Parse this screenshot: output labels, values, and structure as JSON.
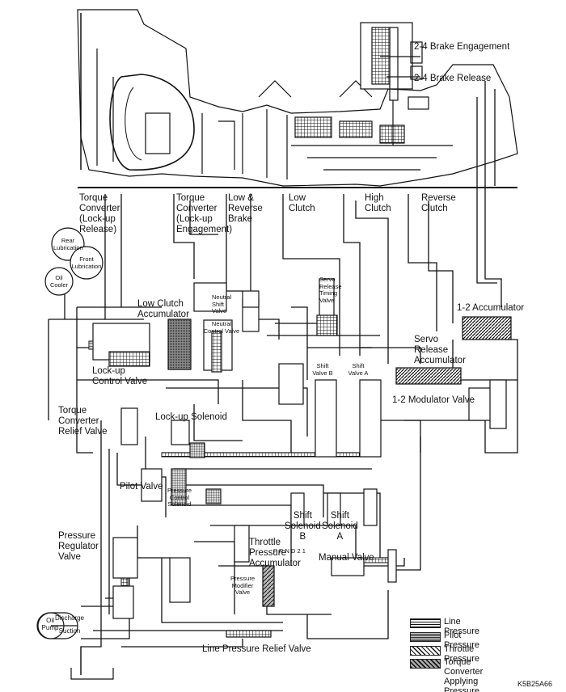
{
  "labels": {
    "brake_engagement": "2-4 Brake Engagement",
    "brake_release": "2-4 Brake Release",
    "tc_lockup_release": [
      "Torque",
      "Converter",
      "(Lock-up",
      "Release)"
    ],
    "tc_lockup_engagement": [
      "Torque",
      "Converter",
      "(Lock-up",
      "Engagement)"
    ],
    "low_reverse_brake": [
      "Low &",
      "Reverse",
      "Brake"
    ],
    "low_clutch": [
      "Low",
      "Clutch"
    ],
    "high_clutch": [
      "High",
      "Clutch"
    ],
    "reverse_clutch": [
      "Reverse",
      "Clutch"
    ],
    "rear_lubrication": [
      "Rear",
      "Lubrication"
    ],
    "front_lubrication": [
      "Front",
      "Lubrication"
    ],
    "oil_cooler": [
      "Oil",
      "Cooler"
    ],
    "low_clutch_accumulator": [
      "Low Clutch",
      "Accumulator"
    ],
    "neutral_shift_valve": [
      "Neutral",
      "Shift",
      "Valve"
    ],
    "neutral_control_valve": [
      "Neutral",
      "Control Valve"
    ],
    "servo_release_timing_valve": [
      "Servo",
      "Release",
      "Timing",
      "Valve"
    ],
    "accumulator_1_2": "1-2 Accumulator",
    "servo_release_accumulator": [
      "Servo",
      "Release",
      "Accumulator"
    ],
    "shift_valve_b": [
      "Shift",
      "Valve B"
    ],
    "shift_valve_a": [
      "Shift",
      "Valve A"
    ],
    "lockup_control_valve": [
      "Lock-up",
      "Control Valve"
    ],
    "modulator_valve_1_2": "1-2 Modulator Valve",
    "tc_relief_valve": [
      "Torque",
      "Converter",
      "Relief Valve"
    ],
    "lockup_solenoid": "Lock-up Solenoid",
    "pressure_control_solenoid": [
      "Pressure",
      "Control",
      "Solenoid"
    ],
    "pilot_valve": "Pilot Valve",
    "shift_solenoid_b": [
      "Shift",
      "Solenoid",
      "B"
    ],
    "shift_solenoid_a": [
      "Shift",
      "Solenoid",
      "A"
    ],
    "pressure_regulator_valve": [
      "Pressure",
      "Regulator",
      "Valve"
    ],
    "throttle_pressure_accumulator": [
      "Throttle",
      "Pressure",
      "Accumulator"
    ],
    "prnd21": "P R N D 2 1",
    "manual_valve": "Manual Valve",
    "pressure_modifier_valve": [
      "Pressure",
      "Modifier",
      "Valve"
    ],
    "oil_pump": [
      "Oil",
      "Pump"
    ],
    "discharge": "Discharge",
    "suction": "Suction",
    "line_pressure_relief_valve": "Line Pressure Relief Valve",
    "figure_code": "K5B25A66"
  },
  "legend": [
    {
      "label": "Line Pressure",
      "pattern": "line-grid"
    },
    {
      "label": "Pilot Pressure",
      "pattern": "pilot-grid"
    },
    {
      "label": "Throttle Pressure",
      "pattern": "throttle-hatch"
    },
    {
      "label": [
        "Torque Converter",
        "Applying Pressure"
      ],
      "pattern": "tc-hatch"
    }
  ],
  "colors": {
    "ink": "#111111",
    "background": "#ffffff",
    "fill_gray": "#9a9a9a"
  }
}
